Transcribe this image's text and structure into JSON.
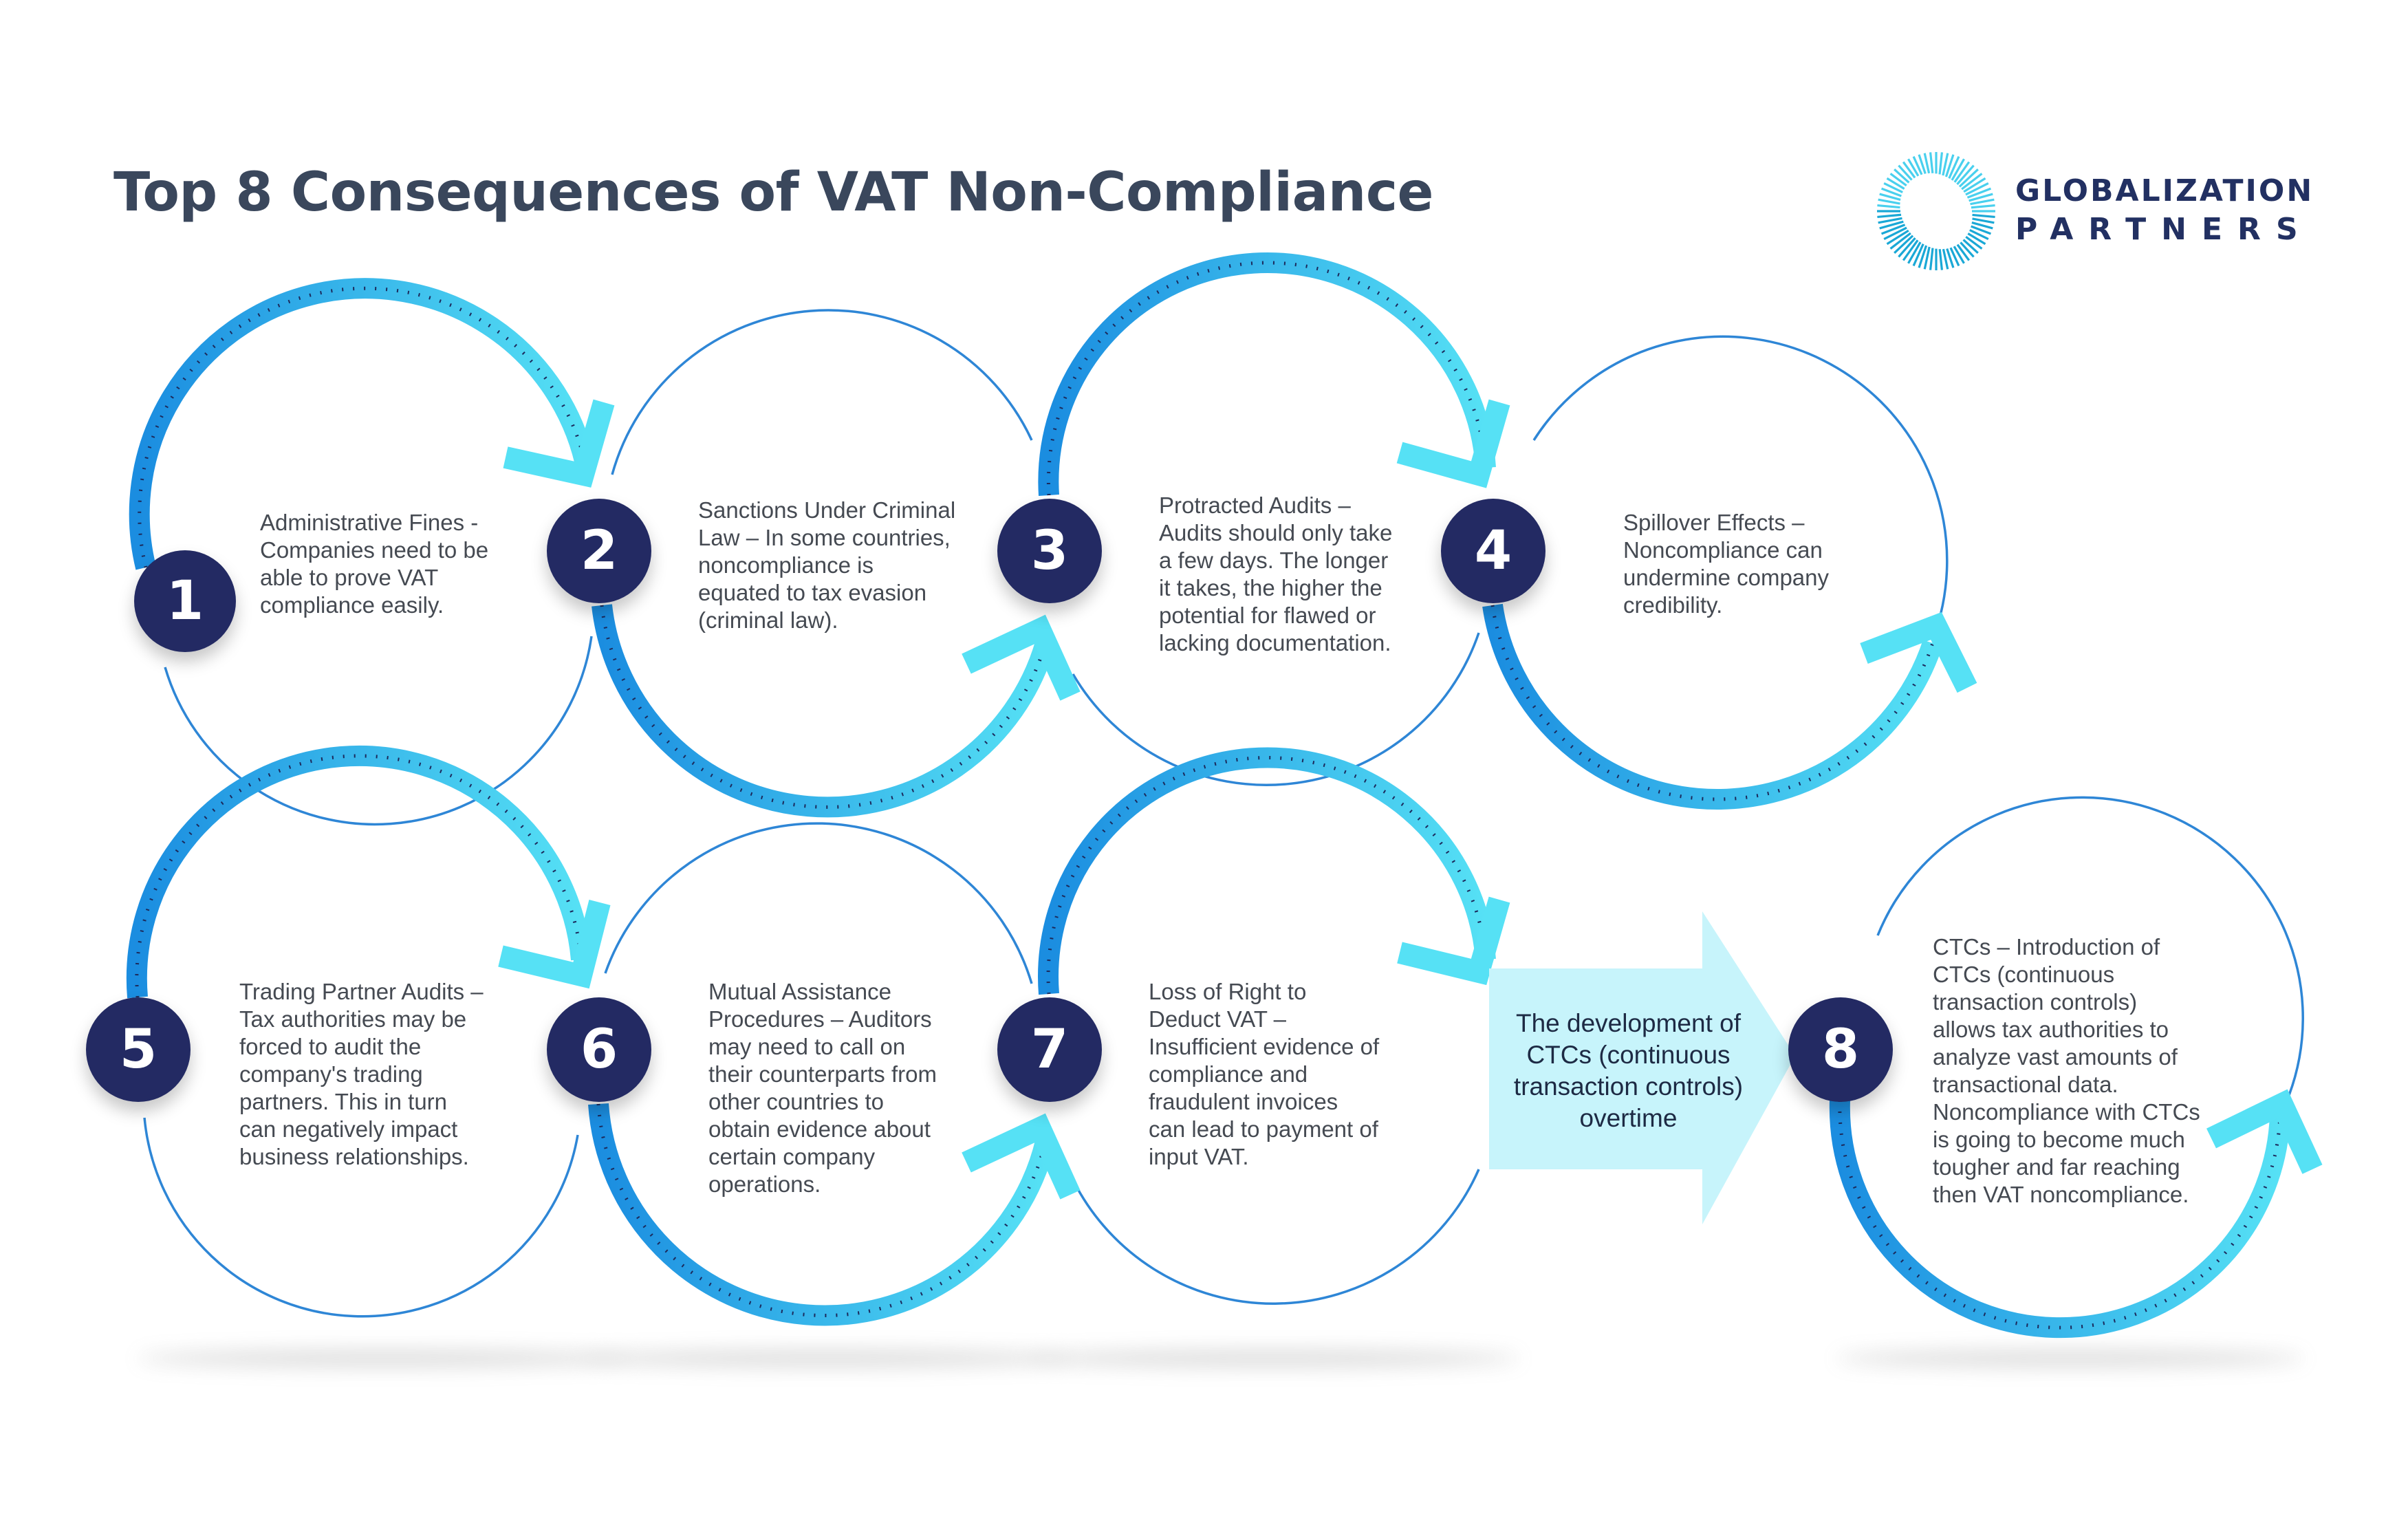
{
  "header": {
    "title": "Top 8 Consequences of VAT Non-Compliance"
  },
  "logo": {
    "line1": "GLOBALIZATION",
    "line2": "PARTNERS",
    "icon": "ring-of-rays-icon"
  },
  "colors": {
    "arrow_dark": "#1b8de0",
    "arrow_light": "#56e1f5",
    "circle_line": "#2e86d6",
    "badge": "#232a63",
    "bridge_arrow": "#c7f4fb",
    "title": "#3a475c"
  },
  "steps": [
    {
      "number": "1",
      "text": "Administrative Fines -\nCompanies need to be\nable to prove VAT\ncompliance easily."
    },
    {
      "number": "2",
      "text": "Sanctions Under Criminal\nLaw – In some countries,\nnoncompliance is\nequated to tax evasion\n(criminal law)."
    },
    {
      "number": "3",
      "text": "Protracted Audits –\nAudits should only take\na few days. The longer\nit takes, the higher the\npotential for flawed or\nlacking documentation."
    },
    {
      "number": "4",
      "text": "Spillover Effects –\nNoncompliance can\nundermine company\ncredibility."
    },
    {
      "number": "5",
      "text": "Trading Partner Audits –\nTax authorities may be\nforced to audit the\ncompany's trading\npartners. This in turn\ncan negatively impact\nbusiness relationships."
    },
    {
      "number": "6",
      "text": "Mutual Assistance\nProcedures – Auditors\nmay need to call on\ntheir counterparts from\nother countries to\nobtain evidence about\ncertain company\noperations."
    },
    {
      "number": "7",
      "text": "Loss of Right to\nDeduct VAT –\nInsufficient evidence of\ncompliance and\nfraudulent invoices\ncan lead to payment of\ninput VAT."
    },
    {
      "number": "8",
      "text": "CTCs – Introduction of\nCTCs (continuous\ntransaction controls)\nallows tax authorities to\nanalyze vast amounts of\ntransactional data.\nNoncompliance with CTCs\nis going to become much\ntougher and far reaching\nthen VAT noncompliance."
    }
  ],
  "bridge": {
    "text": "The development of\nCTCs (continuous\ntransaction controls)\novertime"
  }
}
